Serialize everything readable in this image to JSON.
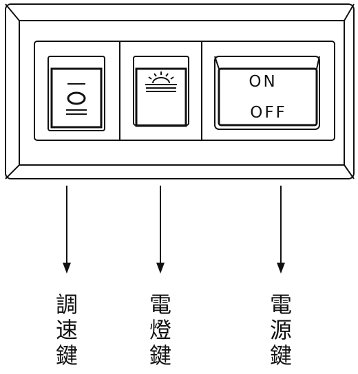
{
  "panel": {
    "power_switch": {
      "on_label": "ON",
      "off_label": "OFF"
    }
  },
  "labels": {
    "speed_key": [
      "調",
      "速",
      "鍵"
    ],
    "lamp_key": [
      "電",
      "燈",
      "鍵"
    ],
    "power_key": [
      "電",
      "源",
      "鍵"
    ]
  },
  "icons": {
    "speed": "speed-selector-icon",
    "lamp": "lamp-icon"
  },
  "colors": {
    "line": "#111111",
    "background": "#ffffff"
  }
}
